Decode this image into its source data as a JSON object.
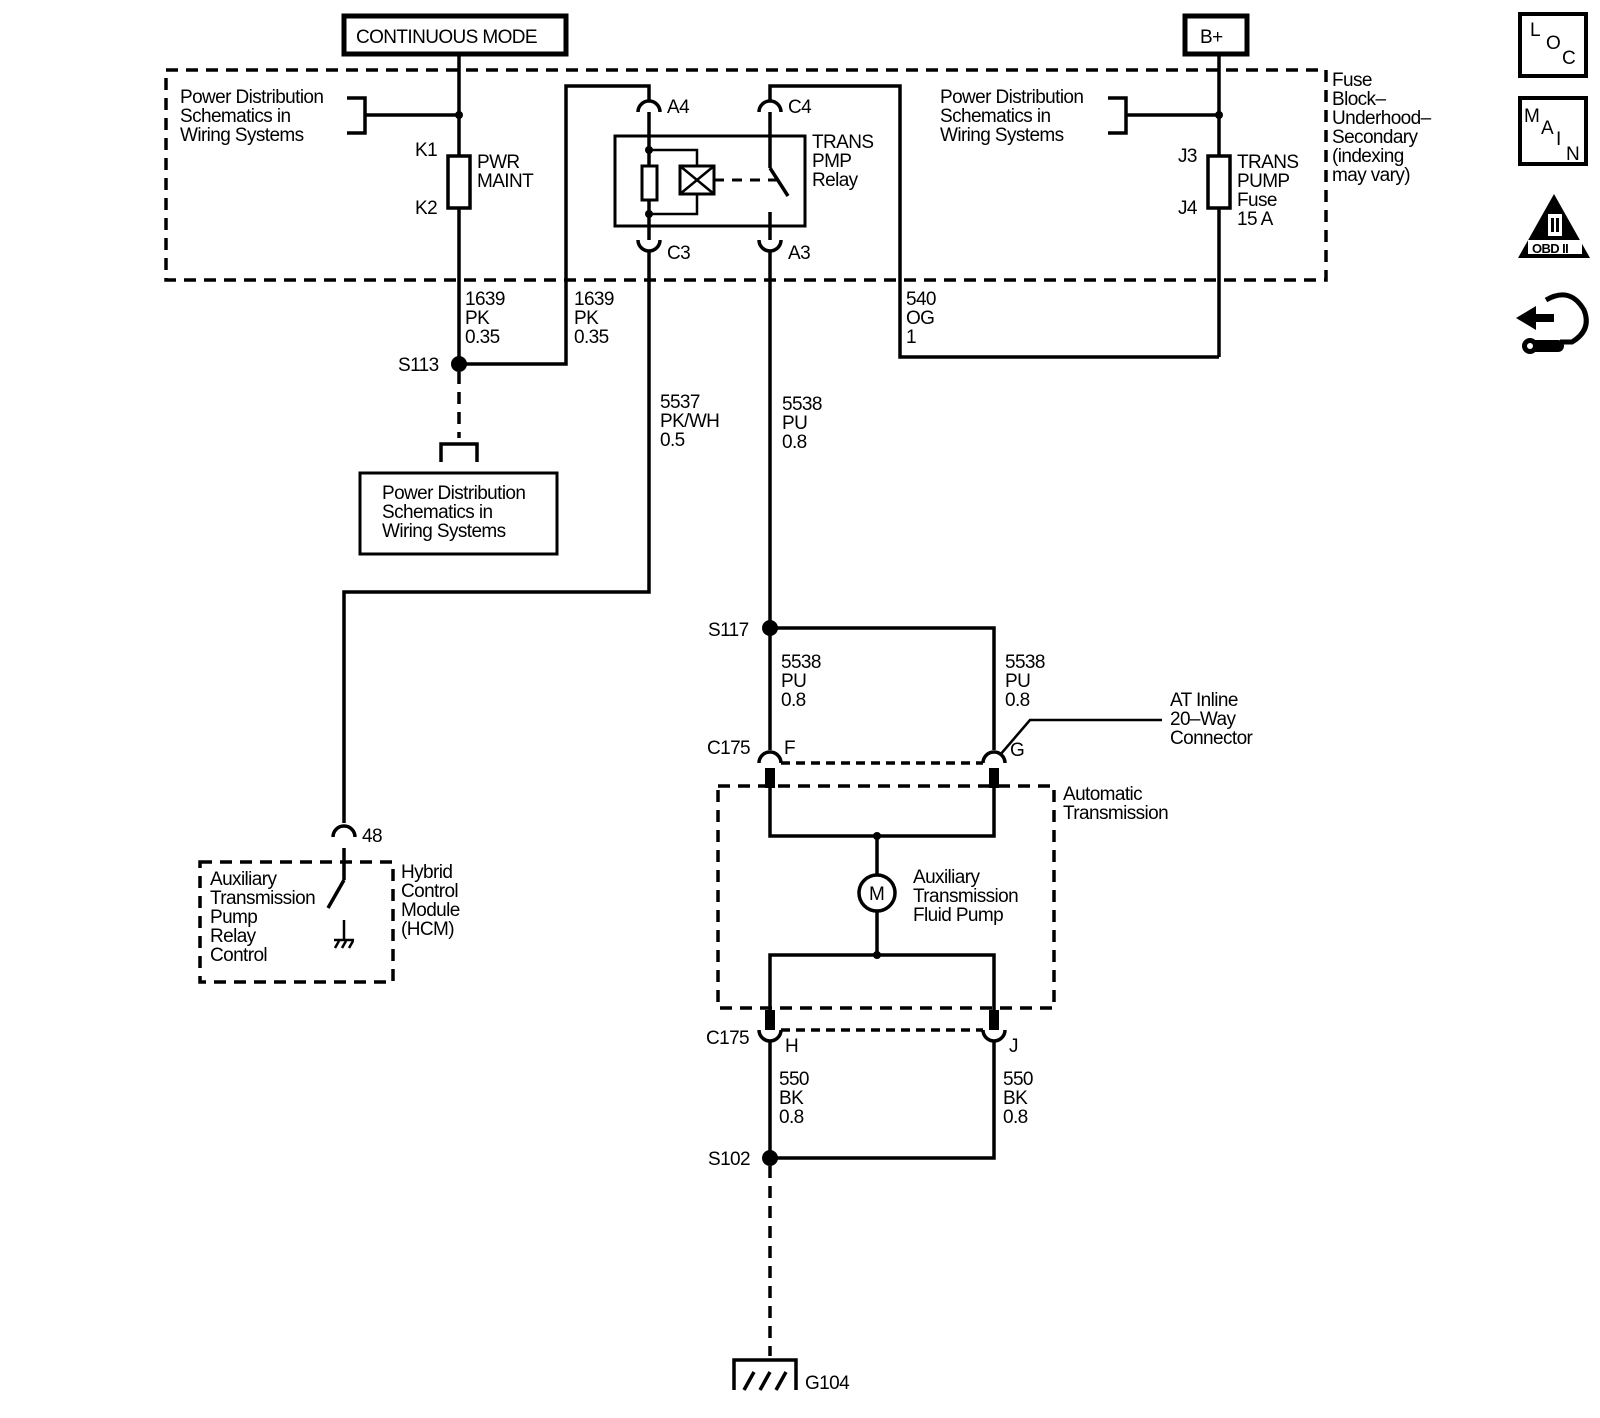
{
  "header": {
    "mode_label": "CONTINUOUS MODE",
    "battery_label": "B+"
  },
  "fuse_block": {
    "label": [
      "Fuse",
      "Block–",
      "Underhood–",
      "Secondary",
      "(indexing",
      "may vary)"
    ]
  },
  "power_dist_left": [
    "Power Distribution",
    "Schematics in",
    "Wiring Systems"
  ],
  "power_dist_right": [
    "Power Distribution",
    "Schematics in",
    "Wiring Systems"
  ],
  "power_dist_bottom": [
    "Power Distribution",
    "Schematics in",
    "Wiring Systems"
  ],
  "pwr_maint_fuse": {
    "top_pin": "K1",
    "bottom_pin": "K2",
    "label": [
      "PWR",
      "MAINT"
    ]
  },
  "trans_pump_fuse": {
    "top_pin": "J3",
    "bottom_pin": "J4",
    "label": [
      "TRANS",
      "PUMP",
      "Fuse",
      "15 A"
    ]
  },
  "relay": {
    "label": [
      "TRANS",
      "PMP",
      "Relay"
    ],
    "pins": {
      "a4": "A4",
      "c4": "C4",
      "c3": "C3",
      "a3": "A3"
    }
  },
  "wires": {
    "w1639_left": [
      "1639",
      "PK",
      "0.35"
    ],
    "w1639_right": [
      "1639",
      "PK",
      "0.35"
    ],
    "w540": [
      "540",
      "OG",
      "1"
    ],
    "w5537": [
      "5537",
      "PK/WH",
      "0.5"
    ],
    "w5538_top": [
      "5538",
      "PU",
      "0.8"
    ],
    "w5538_left": [
      "5538",
      "PU",
      "0.8"
    ],
    "w5538_right": [
      "5538",
      "PU",
      "0.8"
    ],
    "w550_left": [
      "550",
      "BK",
      "0.8"
    ],
    "w550_right": [
      "550",
      "BK",
      "0.8"
    ]
  },
  "splices": {
    "s113": "S113",
    "s117": "S117",
    "s102": "S102"
  },
  "connector_c175_top": {
    "name": "C175",
    "pin_left": "F",
    "pin_right": "G"
  },
  "connector_c175_bottom": {
    "name": "C175",
    "pin_left": "H",
    "pin_right": "J"
  },
  "at_inline": [
    "AT Inline",
    "20–Way",
    "Connector"
  ],
  "auto_trans": [
    "Automatic",
    "Transmission"
  ],
  "pump": {
    "symbol": "M",
    "label": [
      "Auxiliary",
      "Transmission",
      "Fluid Pump"
    ]
  },
  "hcm": {
    "pin": "48",
    "module": [
      "Hybrid",
      "Control",
      "Module",
      "(HCM)"
    ],
    "function": [
      "Auxiliary",
      "Transmission",
      "Pump",
      "Relay",
      "Control"
    ]
  },
  "ground": "G104",
  "side_icons": {
    "loc": [
      "L",
      "O",
      "C"
    ],
    "main": [
      "M",
      "A",
      "I",
      "N"
    ],
    "obd": "OBD II",
    "obd_numeral": "II"
  }
}
